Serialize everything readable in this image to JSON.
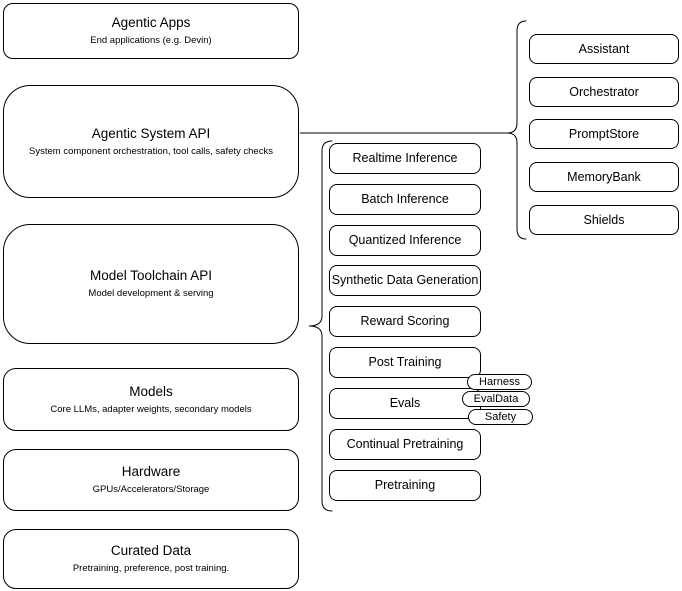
{
  "diagram": {
    "layers": [
      {
        "title": "Agentic Apps",
        "subtitle": "End applications (e.g. Devin)"
      },
      {
        "title": "Agentic System API",
        "subtitle": "System component orchestration, tool calls, safety checks"
      },
      {
        "title": "Model Toolchain API",
        "subtitle": "Model development & serving"
      },
      {
        "title": "Models",
        "subtitle": "Core LLMs, adapter weights, secondary models"
      },
      {
        "title": "Hardware",
        "subtitle": "GPUs/Accelerators/Storage"
      },
      {
        "title": "Curated Data",
        "subtitle": "Pretraining, preference, post training."
      }
    ],
    "toolchain_components": [
      "Realtime Inference",
      "Batch Inference",
      "Quantized Inference",
      "Synthetic Data Generation",
      "Reward Scoring",
      "Post Training",
      "Evals",
      "Continual Pretraining",
      "Pretraining"
    ],
    "eval_badges": [
      "Harness",
      "EvalData",
      "Safety"
    ],
    "system_components": [
      "Assistant",
      "Orchestrator",
      "PromptStore",
      "MemoryBank",
      "Shields"
    ],
    "colors": {
      "stroke": "#000000",
      "fill": "#ffffff",
      "text": "#000000"
    }
  }
}
